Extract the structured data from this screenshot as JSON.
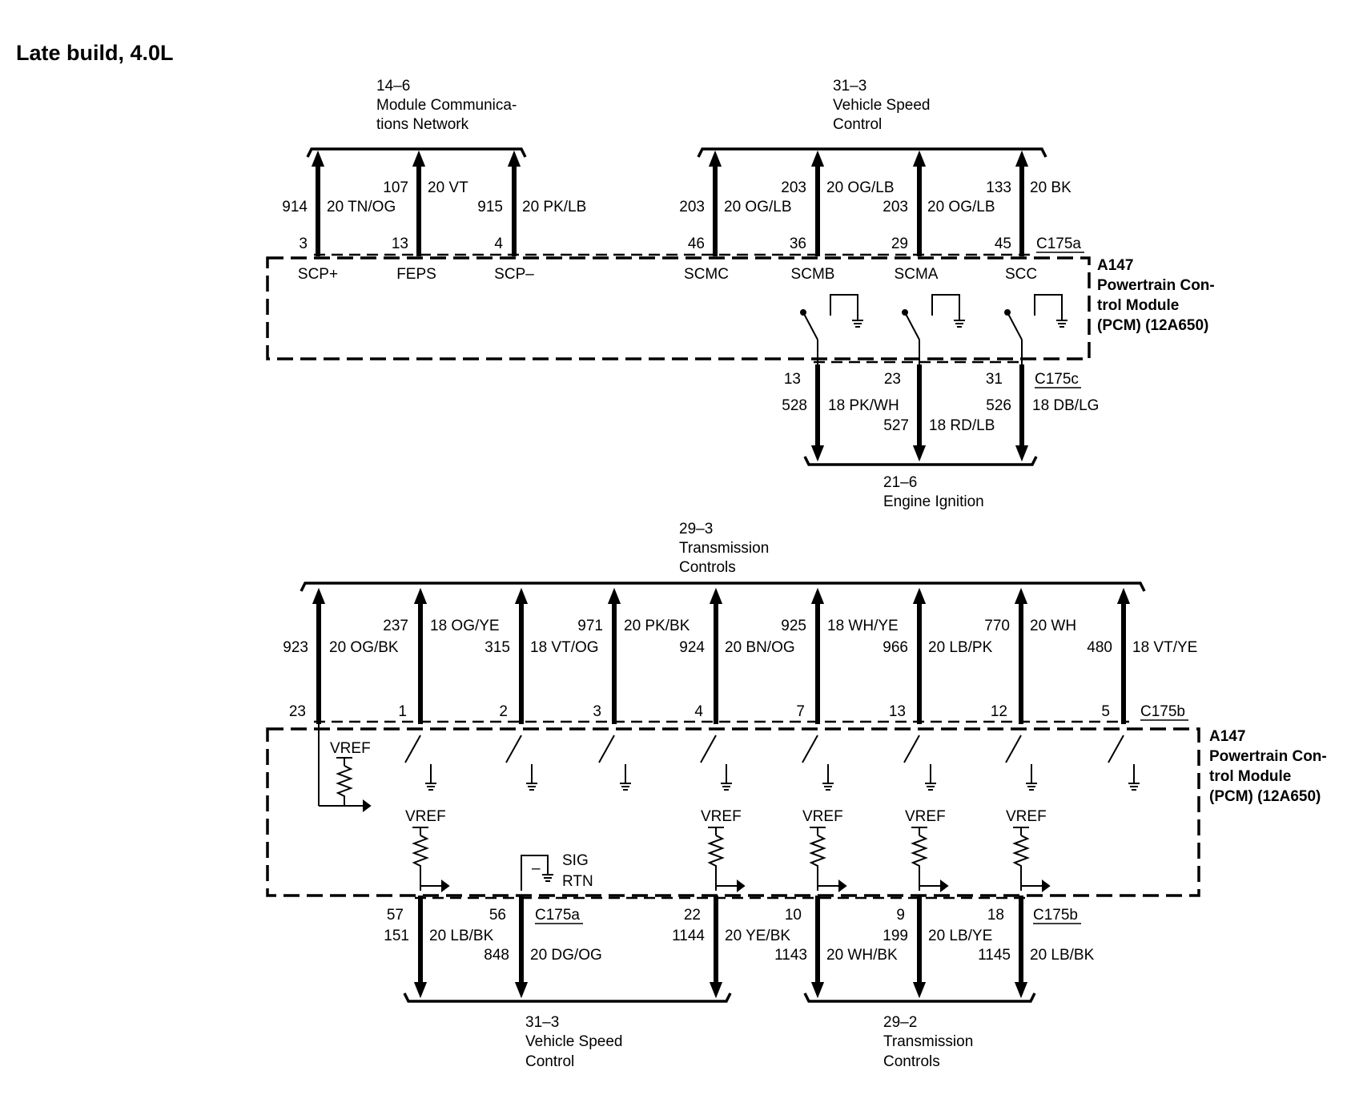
{
  "title": "Late build, 4.0L",
  "module": {
    "name": "A147",
    "desc_lines": [
      "Powertrain Con-",
      "trol Module",
      "(PCM) (12A650)"
    ]
  },
  "top": {
    "connector_top": "C175a",
    "connector_bottom": "C175c",
    "groups": [
      {
        "ref": "14–6",
        "lines": [
          "Module Communica-",
          "tions Network"
        ]
      },
      {
        "ref": "31–3",
        "lines": [
          "Vehicle Speed",
          "Control"
        ]
      }
    ],
    "bottom_group": {
      "ref": "21–6",
      "lines": [
        "Engine Ignition"
      ]
    },
    "up_wires": [
      {
        "pin": "3",
        "circuit": "914",
        "color": "20 TN/OG",
        "terminal": "SCP+"
      },
      {
        "pin": "13",
        "circuit": "107",
        "color": "20 VT",
        "terminal": "FEPS"
      },
      {
        "pin": "4",
        "circuit": "915",
        "color": "20 PK/LB",
        "terminal": "SCP–"
      },
      {
        "pin": "46",
        "circuit": "203",
        "color": "20 OG/LB",
        "terminal": "SCMC"
      },
      {
        "pin": "36",
        "circuit": "203",
        "color": "20 OG/LB",
        "terminal": "SCMB"
      },
      {
        "pin": "29",
        "circuit": "203",
        "color": "20 OG/LB",
        "terminal": "SCMA"
      },
      {
        "pin": "45",
        "circuit": "133",
        "color": "20 BK",
        "terminal": "SCC"
      }
    ],
    "down_wires": [
      {
        "pin": "13",
        "circuit": "528",
        "color": "18 PK/WH"
      },
      {
        "pin": "23",
        "circuit": "527",
        "color": "18 RD/LB"
      },
      {
        "pin": "31",
        "circuit": "526",
        "color": "18 DB/LG"
      }
    ]
  },
  "bottom": {
    "connector_top": "C175b",
    "connector_bot_a": "C175a",
    "connector_bot_b": "C175b",
    "group": {
      "ref": "29–3",
      "lines": [
        "Transmission",
        "Controls"
      ]
    },
    "up_wires": [
      {
        "pin": "23",
        "circuit": "923",
        "color": "20 OG/BK"
      },
      {
        "pin": "1",
        "circuit": "237",
        "color": "18 OG/YE"
      },
      {
        "pin": "2",
        "circuit": "315",
        "color": "18 VT/OG"
      },
      {
        "pin": "3",
        "circuit": "971",
        "color": "20 PK/BK"
      },
      {
        "pin": "4",
        "circuit": "924",
        "color": "20 BN/OG"
      },
      {
        "pin": "7",
        "circuit": "925",
        "color": "18 WH/YE"
      },
      {
        "pin": "13",
        "circuit": "966",
        "color": "20 LB/PK"
      },
      {
        "pin": "12",
        "circuit": "770",
        "color": "20 WH"
      },
      {
        "pin": "5",
        "circuit": "480",
        "color": "18 VT/YE"
      }
    ],
    "down_wires": [
      {
        "pin": "57",
        "circuit": "151",
        "color": "20 LB/BK"
      },
      {
        "pin": "56",
        "circuit": "848",
        "color": "20 DG/OG"
      },
      {
        "pin": "22",
        "circuit": "1144",
        "color": "20 YE/BK"
      },
      {
        "pin": "10",
        "circuit": "1143",
        "color": "20 WH/BK"
      },
      {
        "pin": "9",
        "circuit": "199",
        "color": "20 LB/YE"
      },
      {
        "pin": "18",
        "circuit": "1145",
        "color": "20 LB/BK"
      }
    ],
    "vref": "VREF",
    "sig_rtn": [
      "SIG",
      "RTN"
    ],
    "sig_minus": "–",
    "down_groups": [
      {
        "ref": "31–3",
        "lines": [
          "Vehicle Speed",
          "Control"
        ]
      },
      {
        "ref": "29–2",
        "lines": [
          "Transmission",
          "Controls"
        ]
      }
    ]
  }
}
